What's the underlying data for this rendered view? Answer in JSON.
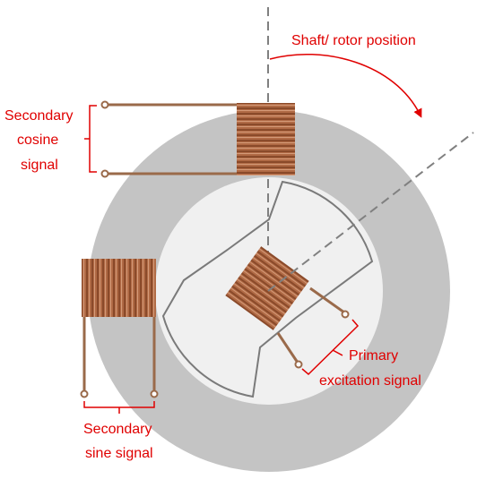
{
  "colors": {
    "stator": "#c4c4c4",
    "rotor": "#f0f0f0",
    "rotor_outline": "#7a7a7a",
    "copper_dark": "#8a4a2a",
    "copper_mid": "#b06a45",
    "copper_light": "#d49a78",
    "wire": "#9a6a4a",
    "annotation": "#e00000",
    "axis": "#808080"
  },
  "labels": {
    "shaft": "Shaft/ rotor position",
    "cosine": [
      "Secondary",
      "cosine",
      "signal"
    ],
    "sine": [
      "Secondary",
      "sine signal"
    ],
    "primary": [
      "Primary",
      "excitation signal"
    ]
  }
}
